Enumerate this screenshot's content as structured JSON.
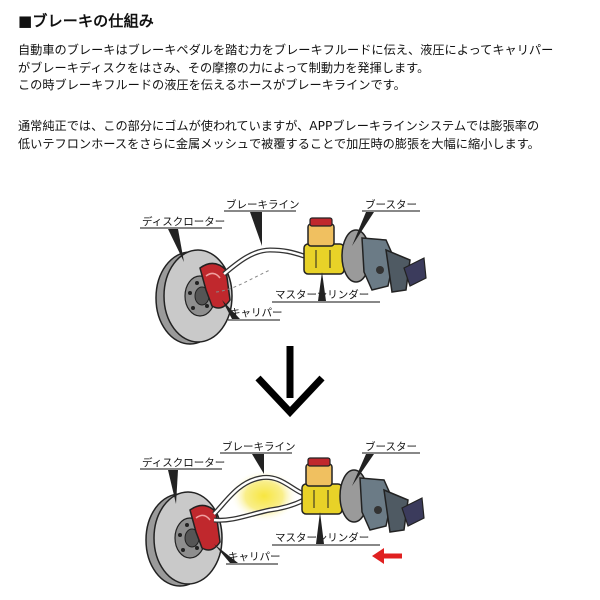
{
  "title": "■ブレーキの仕組み",
  "paragraph1": [
    "自動車のブレーキはブレーキペダルを踏む力をブレーキフルードに伝え、液圧によってキャリパー",
    "がブレーキディスクをはさみ、その摩擦の力によって制動力を発揮します。",
    "この時ブレーキフルードの液圧を伝えるホースがブレーキラインです。"
  ],
  "paragraph2": [
    "通常純正では、この部分にゴムが使われていますが、APPブレーキラインシステムでは膨張率の",
    "低いテフロンホースをさらに金属メッシュで被覆することで加圧時の膨張を大幅に縮小します。"
  ],
  "diagram_top": {
    "labels": {
      "brake_line": "ブレーキライン",
      "booster": "ブースター",
      "disc_rotor": "ディスクローター",
      "master_cylinder": "マスターシリンダー",
      "caliper": "キャリパー"
    }
  },
  "diagram_bottom": {
    "labels": {
      "brake_line": "ブレーキライン",
      "booster": "ブースター",
      "disc_rotor": "ディスクローター",
      "master_cylinder": "マスターシリンダー",
      "caliper": "キャリパー"
    }
  },
  "colors": {
    "caliper": "#c0282d",
    "master_cylinder": "#e8d228",
    "reservoir": "#f0c060",
    "pressure_glow": "#f5e64a",
    "arrow": "#e02020"
  }
}
